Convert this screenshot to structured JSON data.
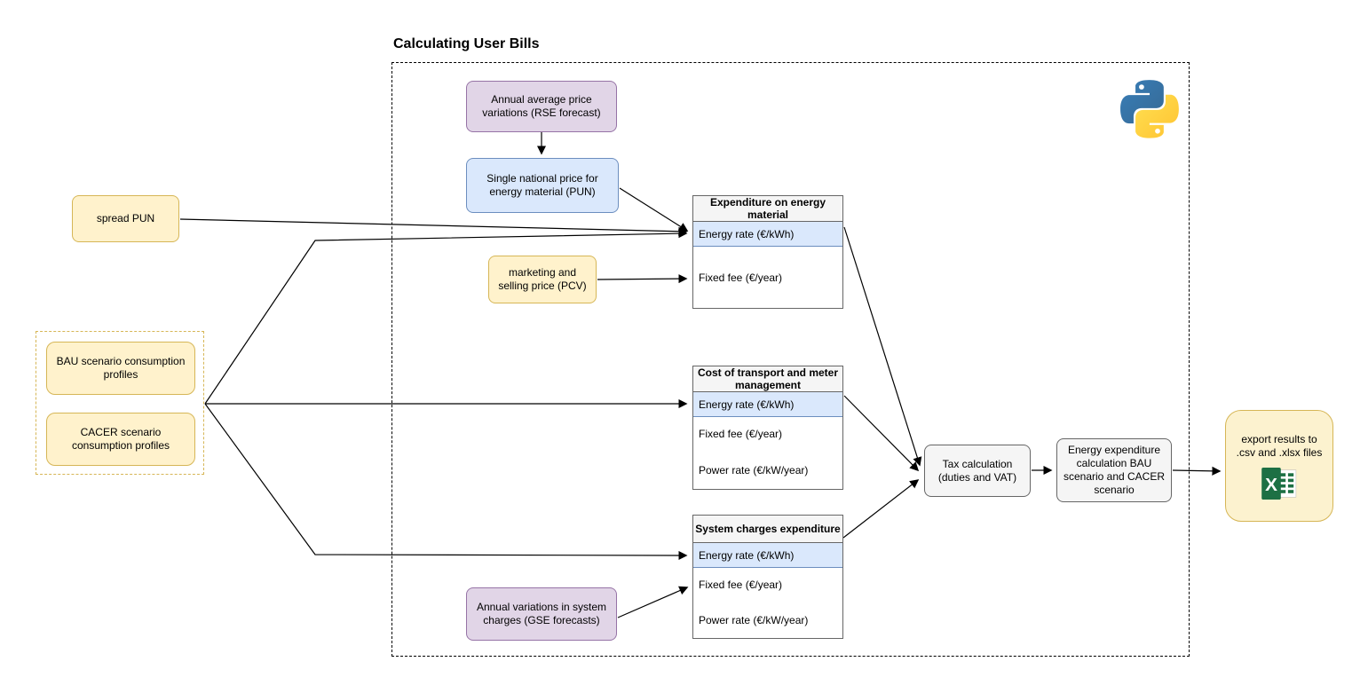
{
  "title": "Calculating User Bills",
  "nodes": {
    "rse_forecast": {
      "label": "Annual average price variations (RSE forecast)"
    },
    "pun": {
      "label": "Single national price for energy material (PUN)"
    },
    "spread_pun": {
      "label": "spread PUN"
    },
    "pcv": {
      "label": "marketing and selling price (PCV)"
    },
    "bau_profiles": {
      "label": "BAU scenario consumption profiles"
    },
    "cacer_profiles": {
      "label": "CACER scenario consumption profiles"
    },
    "gse_forecast": {
      "label": "Annual variations in system charges (GSE forecasts)"
    },
    "tax_calc": {
      "label": "Tax calculation (duties and VAT)"
    },
    "energy_expenditure": {
      "label": "Energy expenditure calculation BAU scenario and CACER scenario"
    },
    "export_results": {
      "label": "export results to .csv and .xlsx files"
    }
  },
  "tables": {
    "energy_material": {
      "title": "Expenditure on energy material",
      "rows": [
        {
          "label": "Energy rate (€/kWh)",
          "highlighted": true
        },
        {
          "label": "Fixed fee (€/year)",
          "highlighted": false
        }
      ]
    },
    "transport": {
      "title": "Cost of transport and meter management",
      "rows": [
        {
          "label": "Energy rate (€/kWh)",
          "highlighted": true
        },
        {
          "label": "Fixed fee (€/year)",
          "highlighted": false
        },
        {
          "label": "Power rate (€/kW/year)",
          "highlighted": false
        }
      ]
    },
    "system_charges": {
      "title": "System charges expenditure",
      "rows": [
        {
          "label": "Energy rate (€/kWh)",
          "highlighted": true
        },
        {
          "label": "Fixed fee (€/year)",
          "highlighted": false
        },
        {
          "label": "Power rate (€/kW/year)",
          "highlighted": false
        }
      ]
    }
  },
  "icons": {
    "python_logo": "python-logo-icon",
    "excel": "excel-icon"
  },
  "colors": {
    "purple_fill": "#E1D5E7",
    "purple_stroke": "#9673A6",
    "blue_fill": "#DAE8FC",
    "blue_stroke": "#6C8EBF",
    "yellow_fill": "#FFF2CC",
    "yellow_stroke": "#D6B656",
    "gray_fill": "#F5F5F5",
    "gray_stroke": "#666666",
    "export_fill": "#FCF2CF",
    "excel_green": "#1D7044",
    "python_blue": "#387EB8",
    "python_yellow": "#FFD43B",
    "connector": "#000000"
  }
}
